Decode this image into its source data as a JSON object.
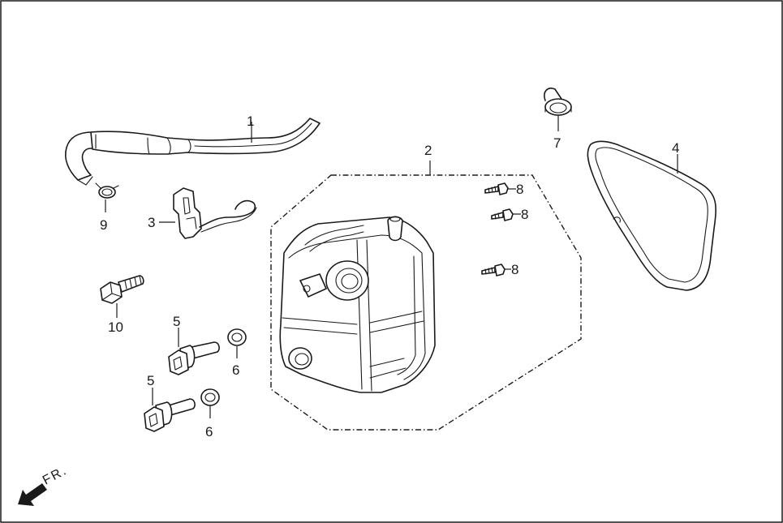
{
  "diagram": {
    "parts": [
      {
        "number": "1",
        "name": "hose"
      },
      {
        "number": "2",
        "name": "cylinder-head-cover"
      },
      {
        "number": "3",
        "name": "bracket-with-wire-clip"
      },
      {
        "number": "4",
        "name": "gasket"
      },
      {
        "number": "5",
        "name": "bolt-with-collar"
      },
      {
        "number": "6",
        "name": "rubber-washer"
      },
      {
        "number": "7",
        "name": "hose-clamp"
      },
      {
        "number": "8",
        "name": "screw"
      },
      {
        "number": "9",
        "name": "spring-clip"
      },
      {
        "number": "10",
        "name": "flange-bolt"
      }
    ],
    "labels": {
      "p1": "1",
      "p2": "2",
      "p3": "3",
      "p4": "4",
      "p5a": "5",
      "p5b": "5",
      "p6a": "6",
      "p6b": "6",
      "p7": "7",
      "p8a": "8",
      "p8b": "8",
      "p8c": "8",
      "p9": "9",
      "p10": "10"
    },
    "direction_indicator": "FR.",
    "colors": {
      "line": "#1a1a1a",
      "background": "#ffffff"
    }
  }
}
